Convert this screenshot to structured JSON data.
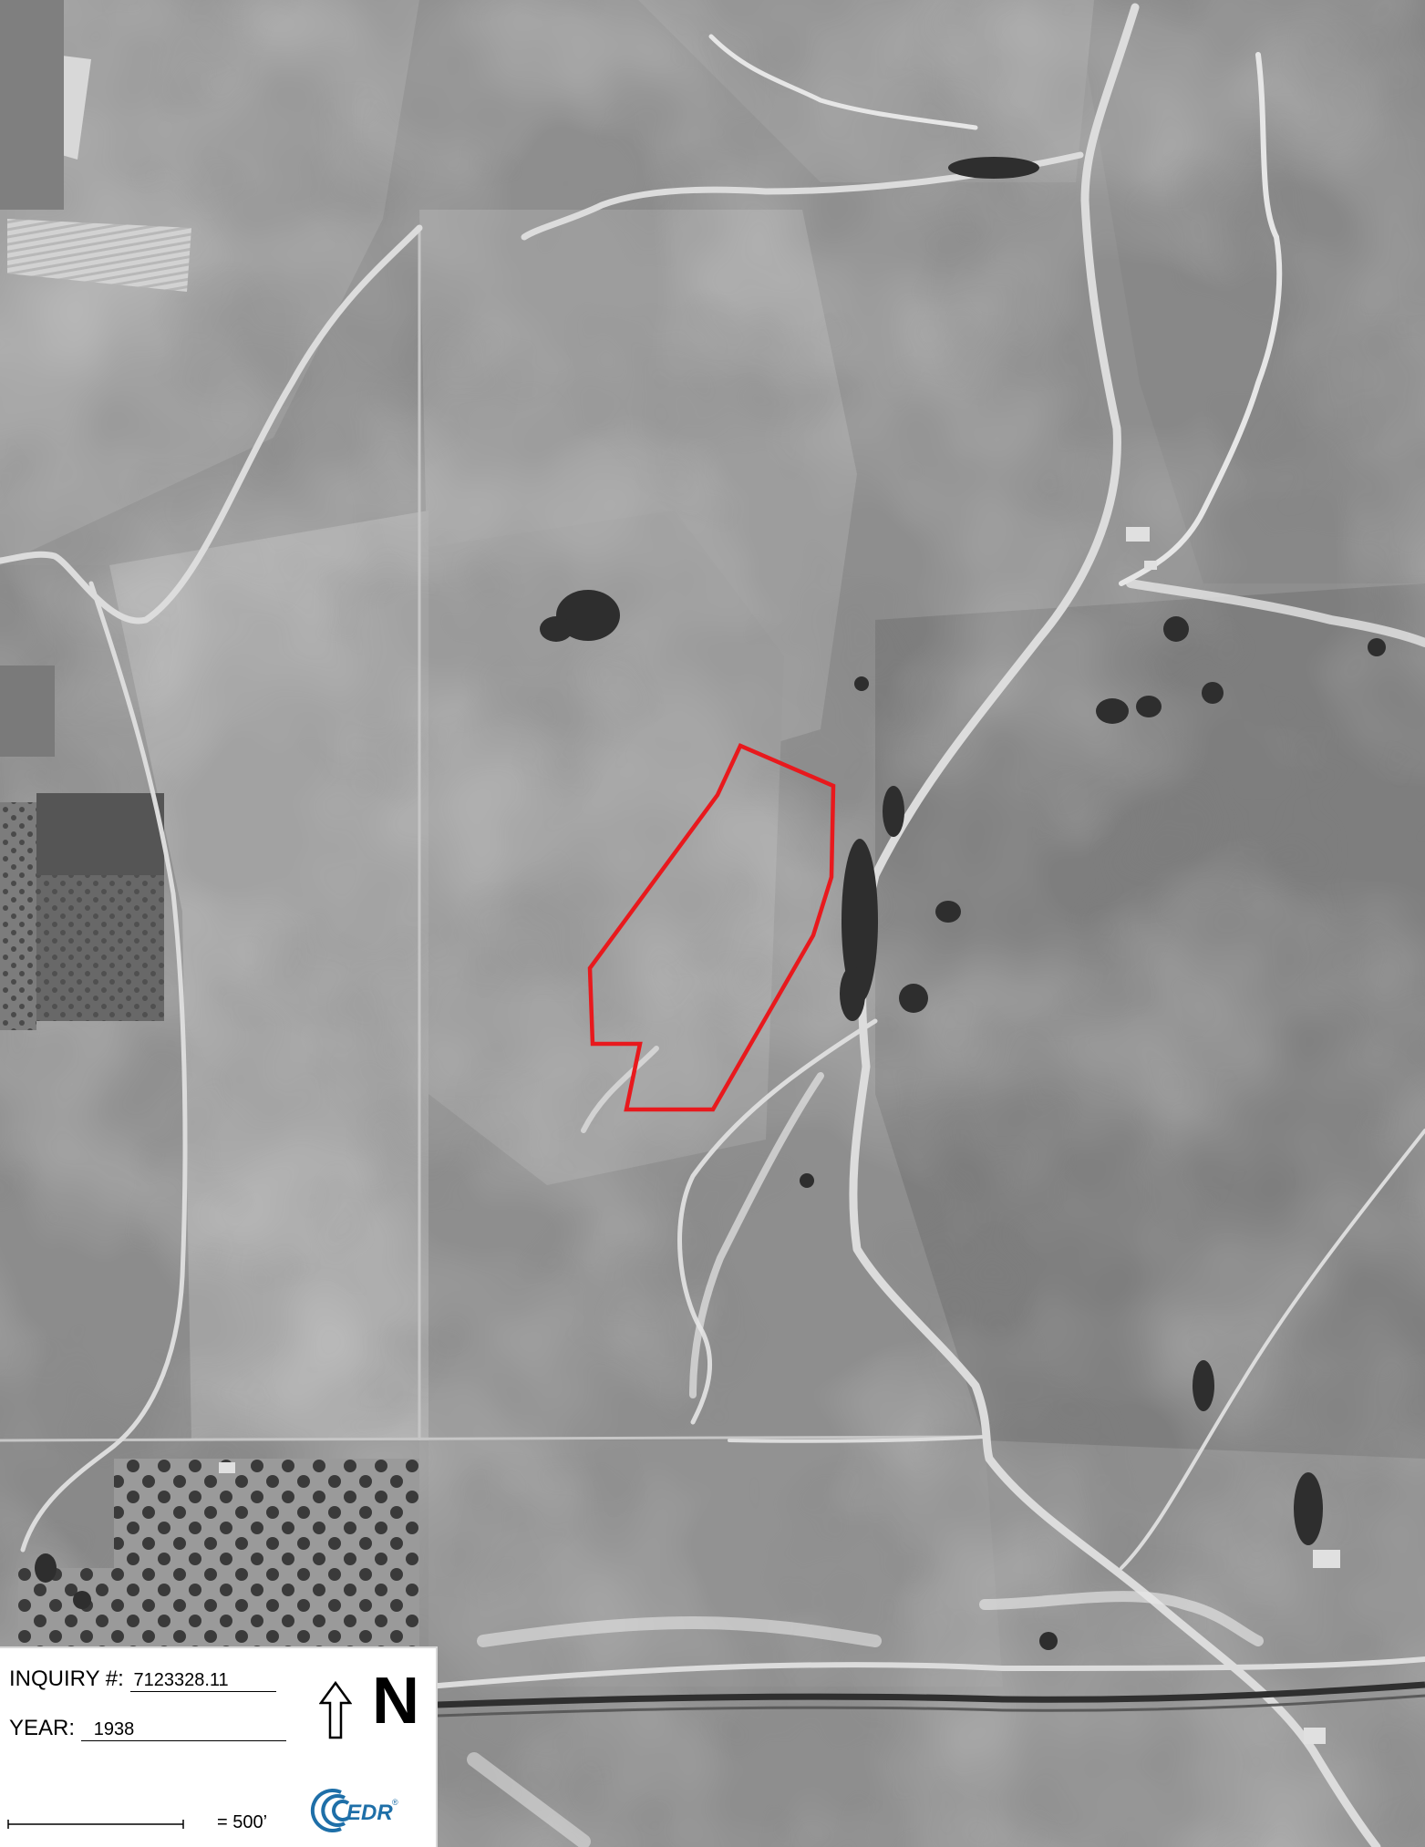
{
  "legend": {
    "inquiry_label": "INQUIRY #:",
    "inquiry_value": "7123328.11",
    "year_label": "YEAR:",
    "year_value": "1938",
    "scale_label": "= 500’",
    "north_letter": "N",
    "logo_text": "EDR",
    "logo_mark": "®"
  },
  "colors": {
    "site_boundary": "#e8191d",
    "background": "#8a8a8a"
  },
  "icons": {
    "north_arrow": "north-arrow-icon",
    "logo": "edr-logo-icon"
  }
}
